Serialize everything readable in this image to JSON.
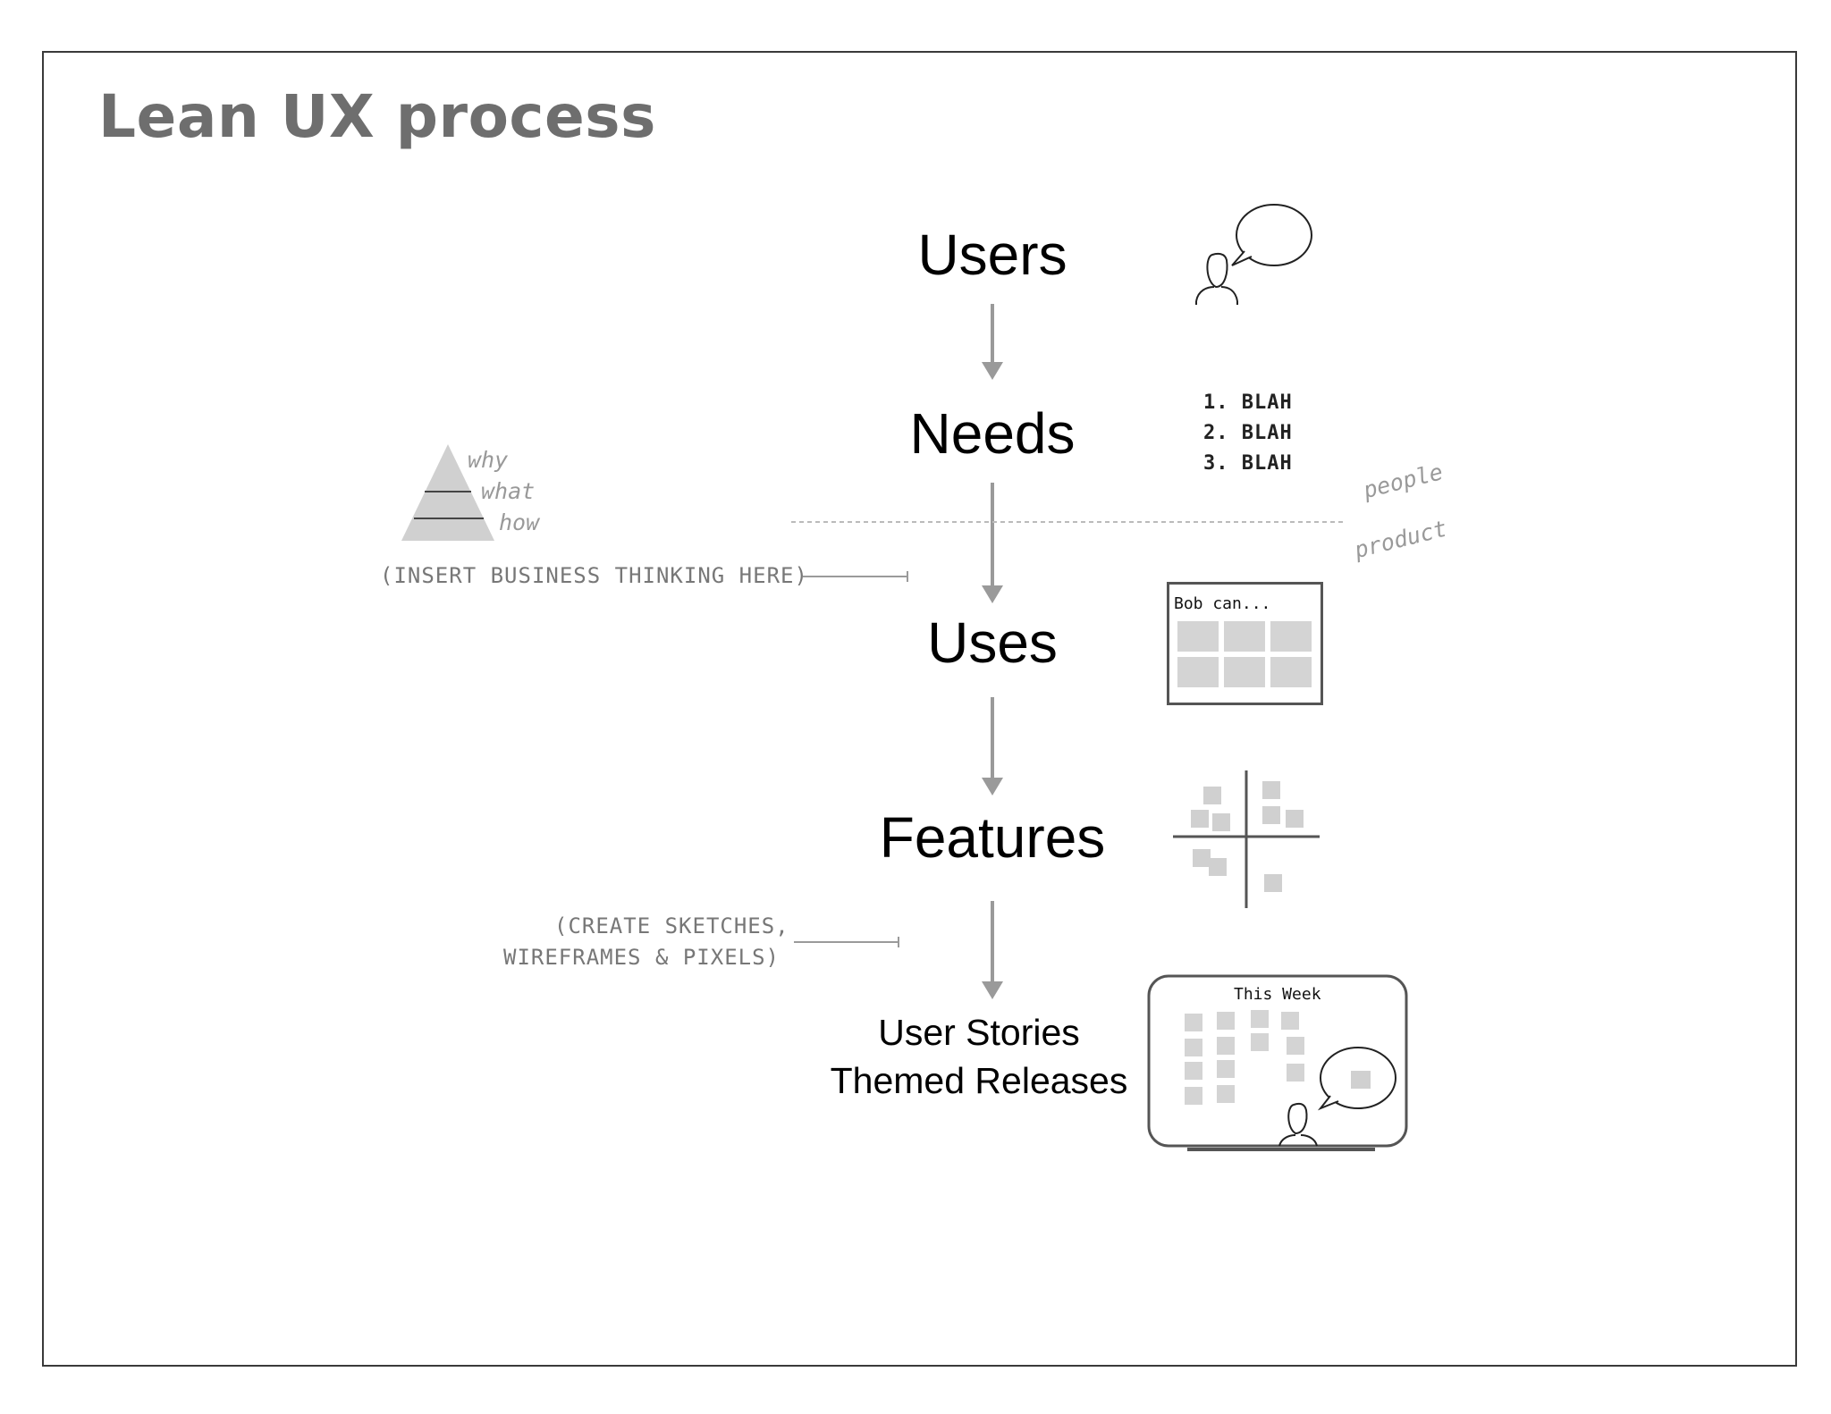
{
  "title": "Lean UX process",
  "steps": {
    "users": "Users",
    "needs": "Needs",
    "uses": "Uses",
    "features": "Features",
    "user_stories": "User Stories",
    "themed_releases": "Themed Releases"
  },
  "needs_list": [
    "1. BLAH",
    "2. BLAH",
    "3. BLAH"
  ],
  "pyramid_labels": [
    "why",
    "what",
    "how"
  ],
  "divider_labels": {
    "upper": "people",
    "lower": "product"
  },
  "annotations": {
    "business": "(INSERT BUSINESS THINKING HERE)",
    "sketches_line1": "(CREATE SKETCHES,",
    "sketches_line2": "WIREFRAMES & PIXELS)"
  },
  "uses_card_label": "Bob can...",
  "board_label": "This Week",
  "colors": {
    "title": "#6e6e6e",
    "arrow": "#9a9a9a",
    "note": "#d4d4d4",
    "outline": "#555555"
  }
}
